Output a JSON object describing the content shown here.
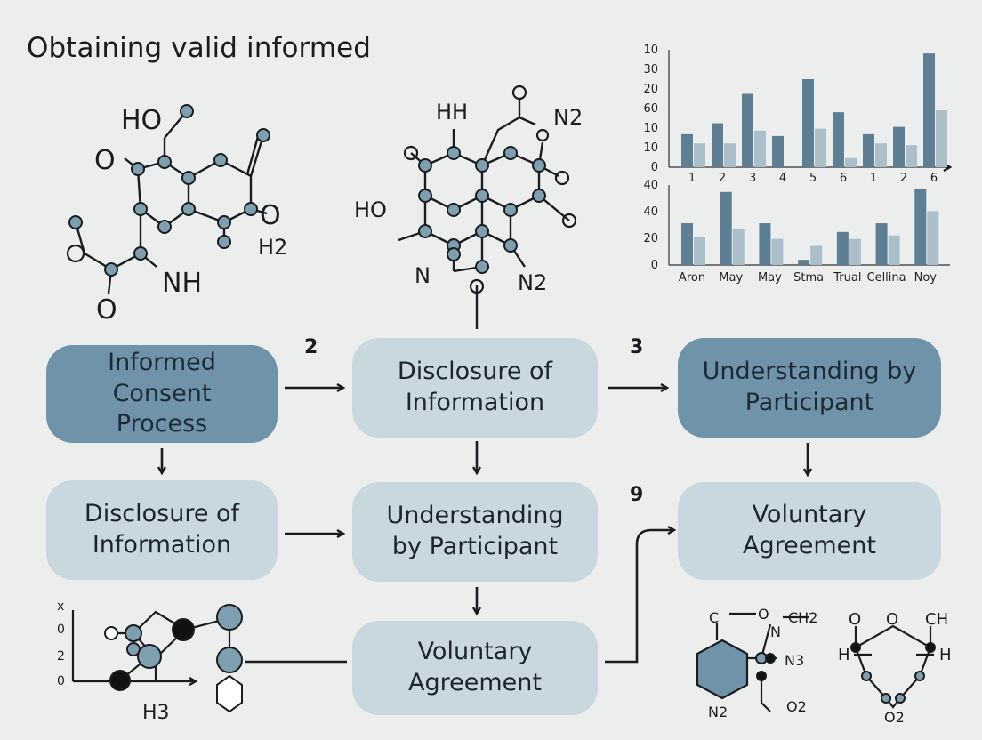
{
  "title": "Obtaining valid informed",
  "flow": {
    "boxes": [
      {
        "id": "b1",
        "label": "Informed\nConsent\nProcess"
      },
      {
        "id": "b2",
        "label": "Disclosure of\nInformation"
      },
      {
        "id": "b3",
        "label": "Understanding by\nParticipant"
      },
      {
        "id": "b4",
        "label": "Disclosure of\nInformation"
      },
      {
        "id": "b5",
        "label": "Understanding\nby Participant"
      },
      {
        "id": "b6",
        "label": "Voluntary\nAgreement"
      },
      {
        "id": "b7",
        "label": "Voluntary\nAgreement"
      }
    ],
    "step_numbers": [
      "2",
      "3",
      "9"
    ]
  },
  "molecules": {
    "left_labels": [
      "HO",
      "O",
      "O",
      "H2",
      "NH",
      "O"
    ],
    "center_labels": [
      "HH",
      "N2",
      "HO",
      "N",
      "N2"
    ],
    "bottom_right_labels": [
      "C",
      "O",
      "N",
      "CH2",
      "N3",
      "N2",
      "O2",
      "O",
      "O",
      "CH",
      "H",
      "H",
      "O2"
    ],
    "bottom_left_labels": [
      "x",
      "0",
      "2",
      "0",
      "H3"
    ]
  },
  "chart_data": [
    {
      "type": "bar",
      "y_ticks": [
        "10",
        "30",
        "20",
        "60",
        "10",
        "10",
        "0"
      ],
      "categories": [
        "1",
        "2",
        "3",
        "4",
        "5",
        "6",
        "1",
        "2",
        "6"
      ],
      "series": [
        {
          "values": [
            18,
            24,
            40,
            17,
            48,
            30,
            18,
            22,
            62
          ]
        },
        {
          "values": [
            13,
            13,
            20,
            0,
            21,
            5,
            13,
            12,
            31
          ]
        }
      ]
    },
    {
      "type": "bar",
      "y_ticks": [
        "40",
        "40",
        "20",
        "0"
      ],
      "categories": [
        "Aron",
        "May",
        "May",
        "Stma",
        "Trual",
        "Cellina",
        "Noy"
      ],
      "series": [
        {
          "values": [
            24,
            42,
            24,
            3,
            19,
            24,
            44
          ]
        },
        {
          "values": [
            16,
            21,
            15,
            11,
            15,
            17,
            31
          ]
        }
      ]
    }
  ],
  "colors": {
    "dark_box": "#6f93a8",
    "light_box": "#c9d7de",
    "node": "#7e9fb0",
    "bar_dark": "#5e7f93",
    "bar_light": "#aabfca"
  }
}
